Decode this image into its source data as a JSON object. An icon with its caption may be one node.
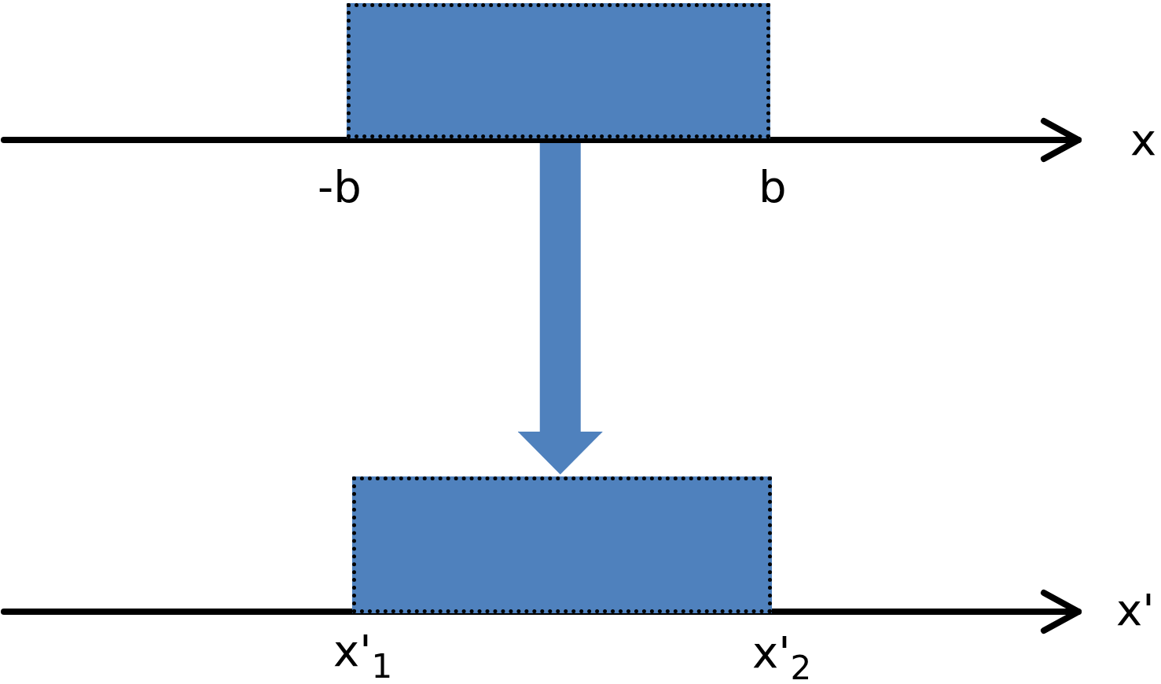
{
  "diagram": {
    "nodes": [
      {
        "text": [],
        "shape": "box"
      },
      {
        "text": [],
        "shape": "box"
      }
    ],
    "edges": [
      {
        "from": 0,
        "to": 1,
        "arrow": "to",
        "color": "#4f81bd"
      }
    ],
    "labels": [
      "x",
      "-b",
      "b",
      "x'",
      "x'$_{1}$",
      "x'$_{2}$"
    ]
  }
}
